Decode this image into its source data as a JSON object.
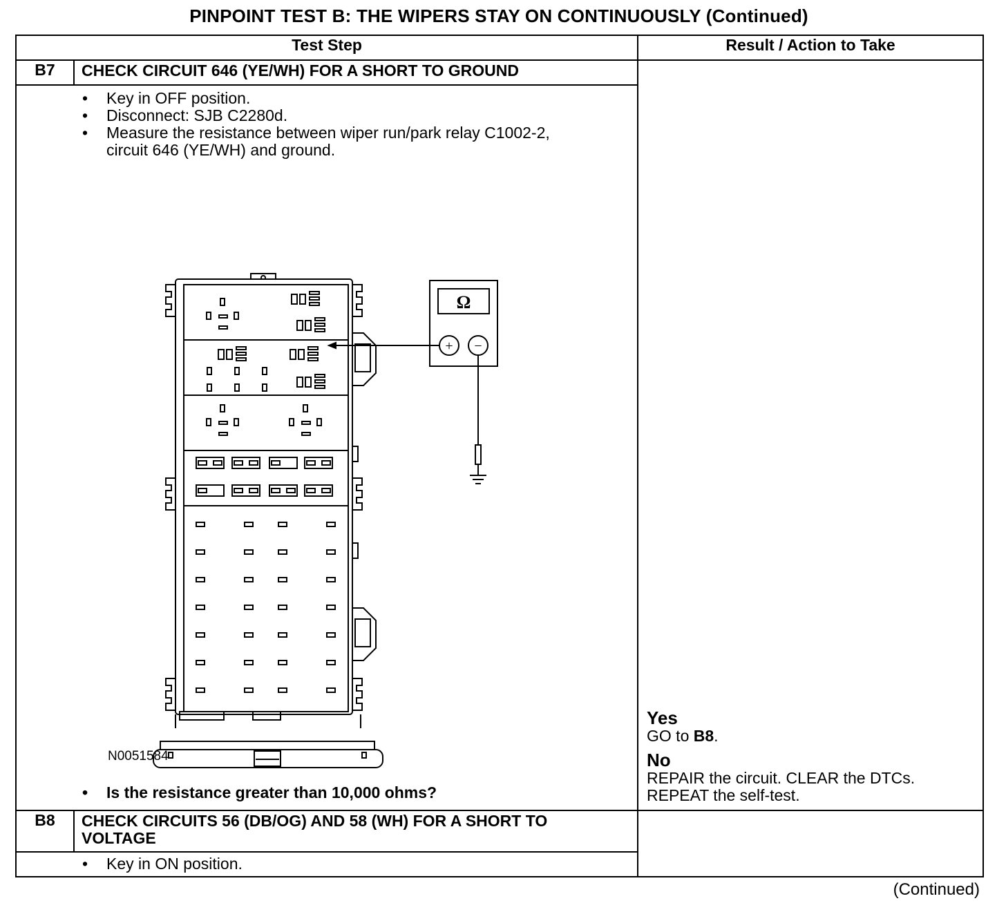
{
  "title": "PINPOINT TEST B: THE WIPERS STAY ON CONTINUOUSLY (Continued)",
  "table": {
    "header_step": "Test Step",
    "header_result": "Result / Action to Take"
  },
  "b7": {
    "id": "B7",
    "title": "CHECK CIRCUIT 646 (YE/WH) FOR A SHORT TO GROUND",
    "bullets": [
      "Key in OFF position.",
      "Disconnect: SJB C2280d.",
      "Measure the resistance between wiper run/park relay C1002-2,"
    ],
    "bullet3_cont": "circuit 646 (YE/WH) and ground.",
    "figure_id": "N0051584",
    "meter_symbol": "Ω",
    "meter_plus": "+",
    "meter_minus": "−",
    "question": "Is the resistance greater than 10,000 ohms?",
    "yes_label": "Yes",
    "yes_action_prefix": "GO to ",
    "yes_action_target": "B8",
    "yes_action_suffix": ".",
    "no_label": "No",
    "no_action_line1": "REPAIR the circuit. CLEAR the DTCs.",
    "no_action_line2": "REPEAT the self-test."
  },
  "b8": {
    "id": "B8",
    "title_line1": "CHECK CIRCUITS 56 (DB/OG) AND 58 (WH) FOR A SHORT TO",
    "title_line2": "VOLTAGE",
    "bullets": [
      "Key in ON position."
    ]
  },
  "continued": "(Continued)"
}
